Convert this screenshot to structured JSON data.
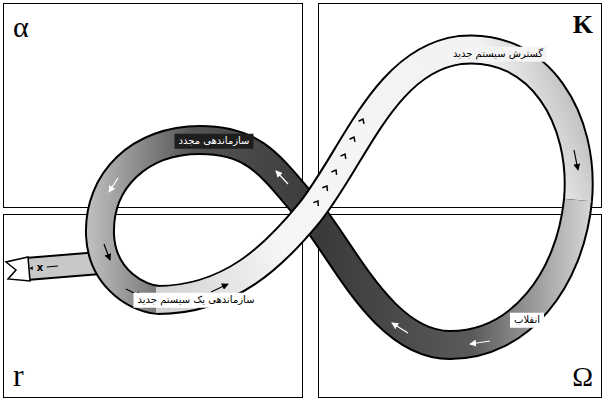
{
  "diagram": {
    "nodes": [
      {
        "text": [
          "α"
        ]
      },
      {
        "text": [
          "K"
        ]
      },
      {
        "text": [
          "r"
        ]
      },
      {
        "text": [
          "Ω"
        ]
      }
    ],
    "labels": [
      "گسترش سیستم جدید",
      "سازماندهی مجدد",
      "سازماندهی یک سیستم جدید",
      "انقلاب",
      "x"
    ]
  }
}
